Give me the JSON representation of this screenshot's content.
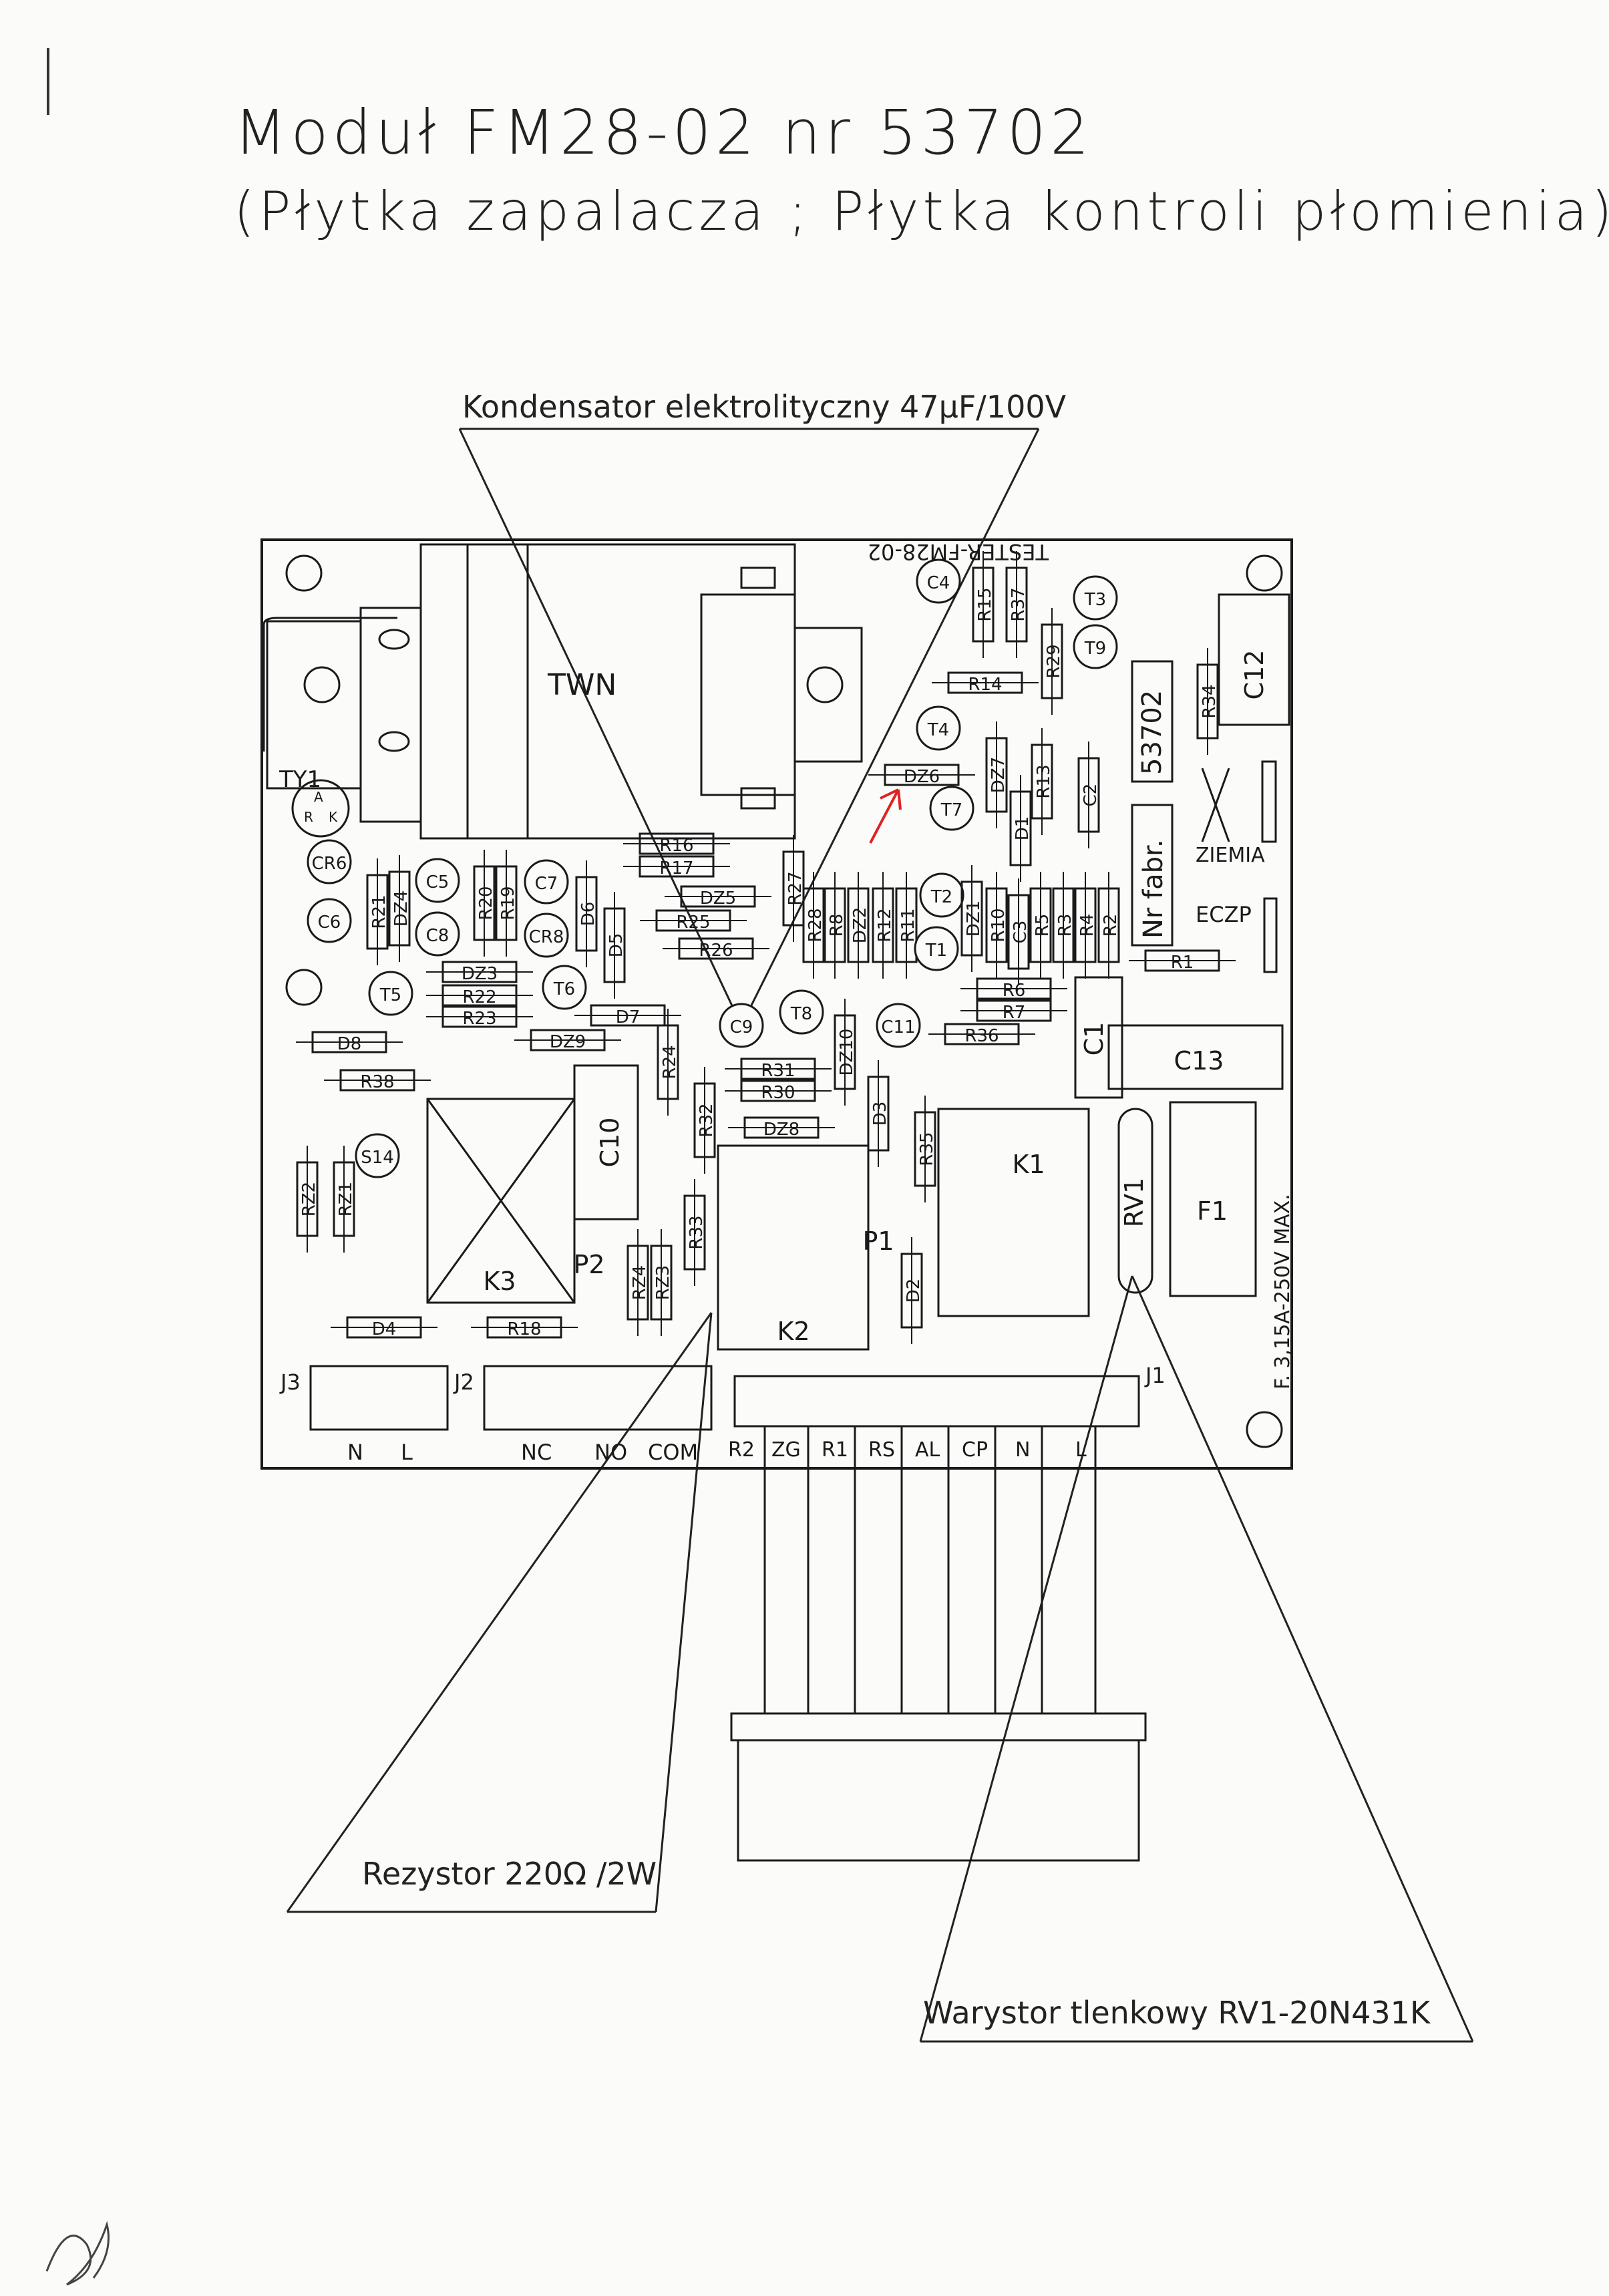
{
  "header": {
    "line1": "Moduł  FM28-02    nr  53702",
    "line2": "(Płytka  zapalacza  ;  Płytka  kontroli  płomienia)"
  },
  "callouts": {
    "capacitor": "Kondensator  elektrolityczny  47µF/100V",
    "resistor": "Rezystor  220Ω /2W",
    "varistor": "Warystor  tlenkowy  RV1-20N431K"
  },
  "board": {
    "tester_label": "TESTER-FM28-02",
    "serial_number": "53702",
    "serial_caption": "Nr fabr.",
    "ground_label": "ZIEMIA",
    "eczp_label": "ECZP",
    "fuse_rating": "F.  3,15A-250V MAX.",
    "transformer": "TWN",
    "thyristor": "TY1",
    "thyristor_pins": [
      "A",
      "R",
      "K"
    ],
    "components": [
      {
        "ref": "C4"
      },
      {
        "ref": "R15"
      },
      {
        "ref": "R37"
      },
      {
        "ref": "T3"
      },
      {
        "ref": "T9"
      },
      {
        "ref": "R29"
      },
      {
        "ref": "R14"
      },
      {
        "ref": "R34"
      },
      {
        "ref": "C12"
      },
      {
        "ref": "T4"
      },
      {
        "ref": "DZ6"
      },
      {
        "ref": "T7"
      },
      {
        "ref": "DZ7"
      },
      {
        "ref": "R13"
      },
      {
        "ref": "C2"
      },
      {
        "ref": "D1"
      },
      {
        "ref": "R16"
      },
      {
        "ref": "R17"
      },
      {
        "ref": "DZ5"
      },
      {
        "ref": "R25"
      },
      {
        "ref": "R26"
      },
      {
        "ref": "R27"
      },
      {
        "ref": "R28"
      },
      {
        "ref": "R8"
      },
      {
        "ref": "DZ2"
      },
      {
        "ref": "R12"
      },
      {
        "ref": "R11"
      },
      {
        "ref": "T2"
      },
      {
        "ref": "T1"
      },
      {
        "ref": "DZ1"
      },
      {
        "ref": "R10"
      },
      {
        "ref": "C3"
      },
      {
        "ref": "R5"
      },
      {
        "ref": "R3"
      },
      {
        "ref": "R4"
      },
      {
        "ref": "R2"
      },
      {
        "ref": "R1"
      },
      {
        "ref": "CR6"
      },
      {
        "ref": "C6"
      },
      {
        "ref": "R21"
      },
      {
        "ref": "DZ4"
      },
      {
        "ref": "C5"
      },
      {
        "ref": "C8"
      },
      {
        "ref": "R20"
      },
      {
        "ref": "R19"
      },
      {
        "ref": "C7"
      },
      {
        "ref": "CR8"
      },
      {
        "ref": "D6"
      },
      {
        "ref": "D5"
      },
      {
        "ref": "DZ3"
      },
      {
        "ref": "R22"
      },
      {
        "ref": "R23"
      },
      {
        "ref": "T5"
      },
      {
        "ref": "T6"
      },
      {
        "ref": "D7"
      },
      {
        "ref": "C9"
      },
      {
        "ref": "T8"
      },
      {
        "ref": "C11"
      },
      {
        "ref": "R6"
      },
      {
        "ref": "R7"
      },
      {
        "ref": "R36"
      },
      {
        "ref": "C1"
      },
      {
        "ref": "C13"
      },
      {
        "ref": "D8"
      },
      {
        "ref": "R38"
      },
      {
        "ref": "DZ9"
      },
      {
        "ref": "R24"
      },
      {
        "ref": "R31"
      },
      {
        "ref": "R30"
      },
      {
        "ref": "DZ10"
      },
      {
        "ref": "R32"
      },
      {
        "ref": "DZ8"
      },
      {
        "ref": "D3"
      },
      {
        "ref": "R35"
      },
      {
        "ref": "K1"
      },
      {
        "ref": "RV1"
      },
      {
        "ref": "F1"
      },
      {
        "ref": "C10"
      },
      {
        "ref": "S14"
      },
      {
        "ref": "RZ2"
      },
      {
        "ref": "RZ1"
      },
      {
        "ref": "K3"
      },
      {
        "ref": "P2"
      },
      {
        "ref": "RZ4"
      },
      {
        "ref": "RZ3"
      },
      {
        "ref": "R33"
      },
      {
        "ref": "K2"
      },
      {
        "ref": "P1"
      },
      {
        "ref": "D2"
      },
      {
        "ref": "D4"
      },
      {
        "ref": "R18"
      }
    ],
    "connectors": {
      "j3": {
        "label": "J3",
        "pins": [
          "N",
          "L"
        ]
      },
      "j2": {
        "label": "J2",
        "pins": [
          "NC",
          "NO",
          "COM"
        ]
      },
      "j1": {
        "label": "J1",
        "pins": [
          "R2",
          "ZG",
          "R1",
          "RS",
          "AL",
          "CP",
          "N",
          "L"
        ]
      }
    }
  }
}
